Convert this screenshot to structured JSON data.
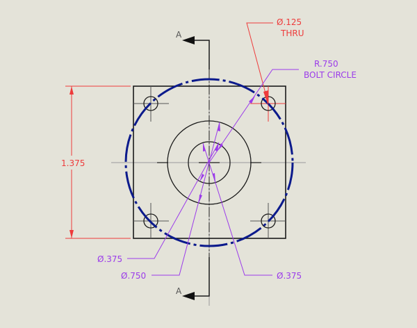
{
  "drawing": {
    "title": "Bolt circle flange - front view",
    "colors": {
      "background": "#e4e3d9",
      "geometry": "#1a1a1a",
      "centerline": "#9a9a9a",
      "bolt_circle": "#0b1a8c",
      "dimension_red": "#ee3b3b",
      "annotation_purple": "#9b3bea",
      "section_label": "#555555"
    },
    "section_markers": {
      "top_label": "A",
      "bottom_label": "A"
    },
    "dimensions": {
      "height": "1.375",
      "hole_note_line1": "Ø.125",
      "hole_note_line2": "THRU",
      "bolt_circle_line1": "R.750",
      "bolt_circle_line2": "BOLT CIRCLE",
      "inner_bore_left": "Ø.375",
      "outer_boss": "Ø.750",
      "inner_bore_right": "Ø.375"
    }
  }
}
